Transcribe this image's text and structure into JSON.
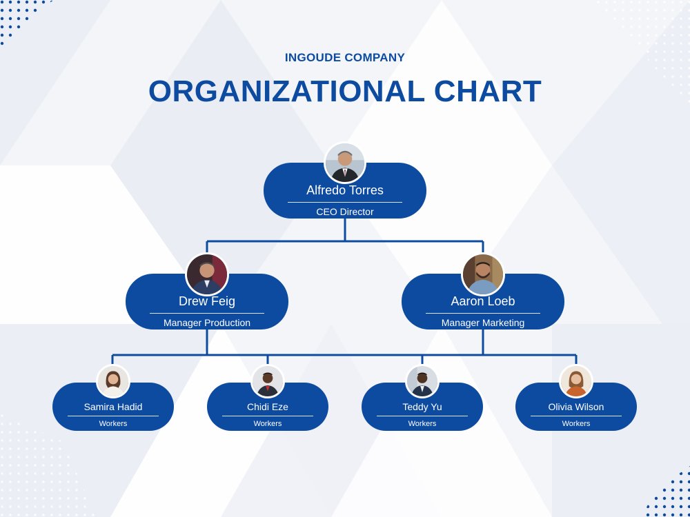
{
  "header": {
    "company": "INGOUDE COMPANY",
    "title": "ORGANIZATIONAL CHART"
  },
  "colors": {
    "brand": "#0d4ba0",
    "background": "#f3f5f9",
    "text_on_node": "#ffffff"
  },
  "org": {
    "ceo": {
      "name": "Alfredo Torres",
      "role": "CEO Director",
      "photo": "man-in-suit-portrait"
    },
    "managers": [
      {
        "name": "Drew Feig",
        "role": "Manager Production",
        "photo": "man-in-suit-portrait"
      },
      {
        "name": "Aaron Loeb",
        "role": "Manager Marketing",
        "photo": "bearded-man-portrait"
      }
    ],
    "workers": [
      {
        "name": "Samira Hadid",
        "role": "Workers",
        "photo": "woman-portrait"
      },
      {
        "name": "Chidi Eze",
        "role": "Workers",
        "photo": "man-portrait"
      },
      {
        "name": "Teddy Yu",
        "role": "Workers",
        "photo": "man-portrait"
      },
      {
        "name": "Olivia Wilson",
        "role": "Workers",
        "photo": "woman-portrait"
      }
    ]
  }
}
